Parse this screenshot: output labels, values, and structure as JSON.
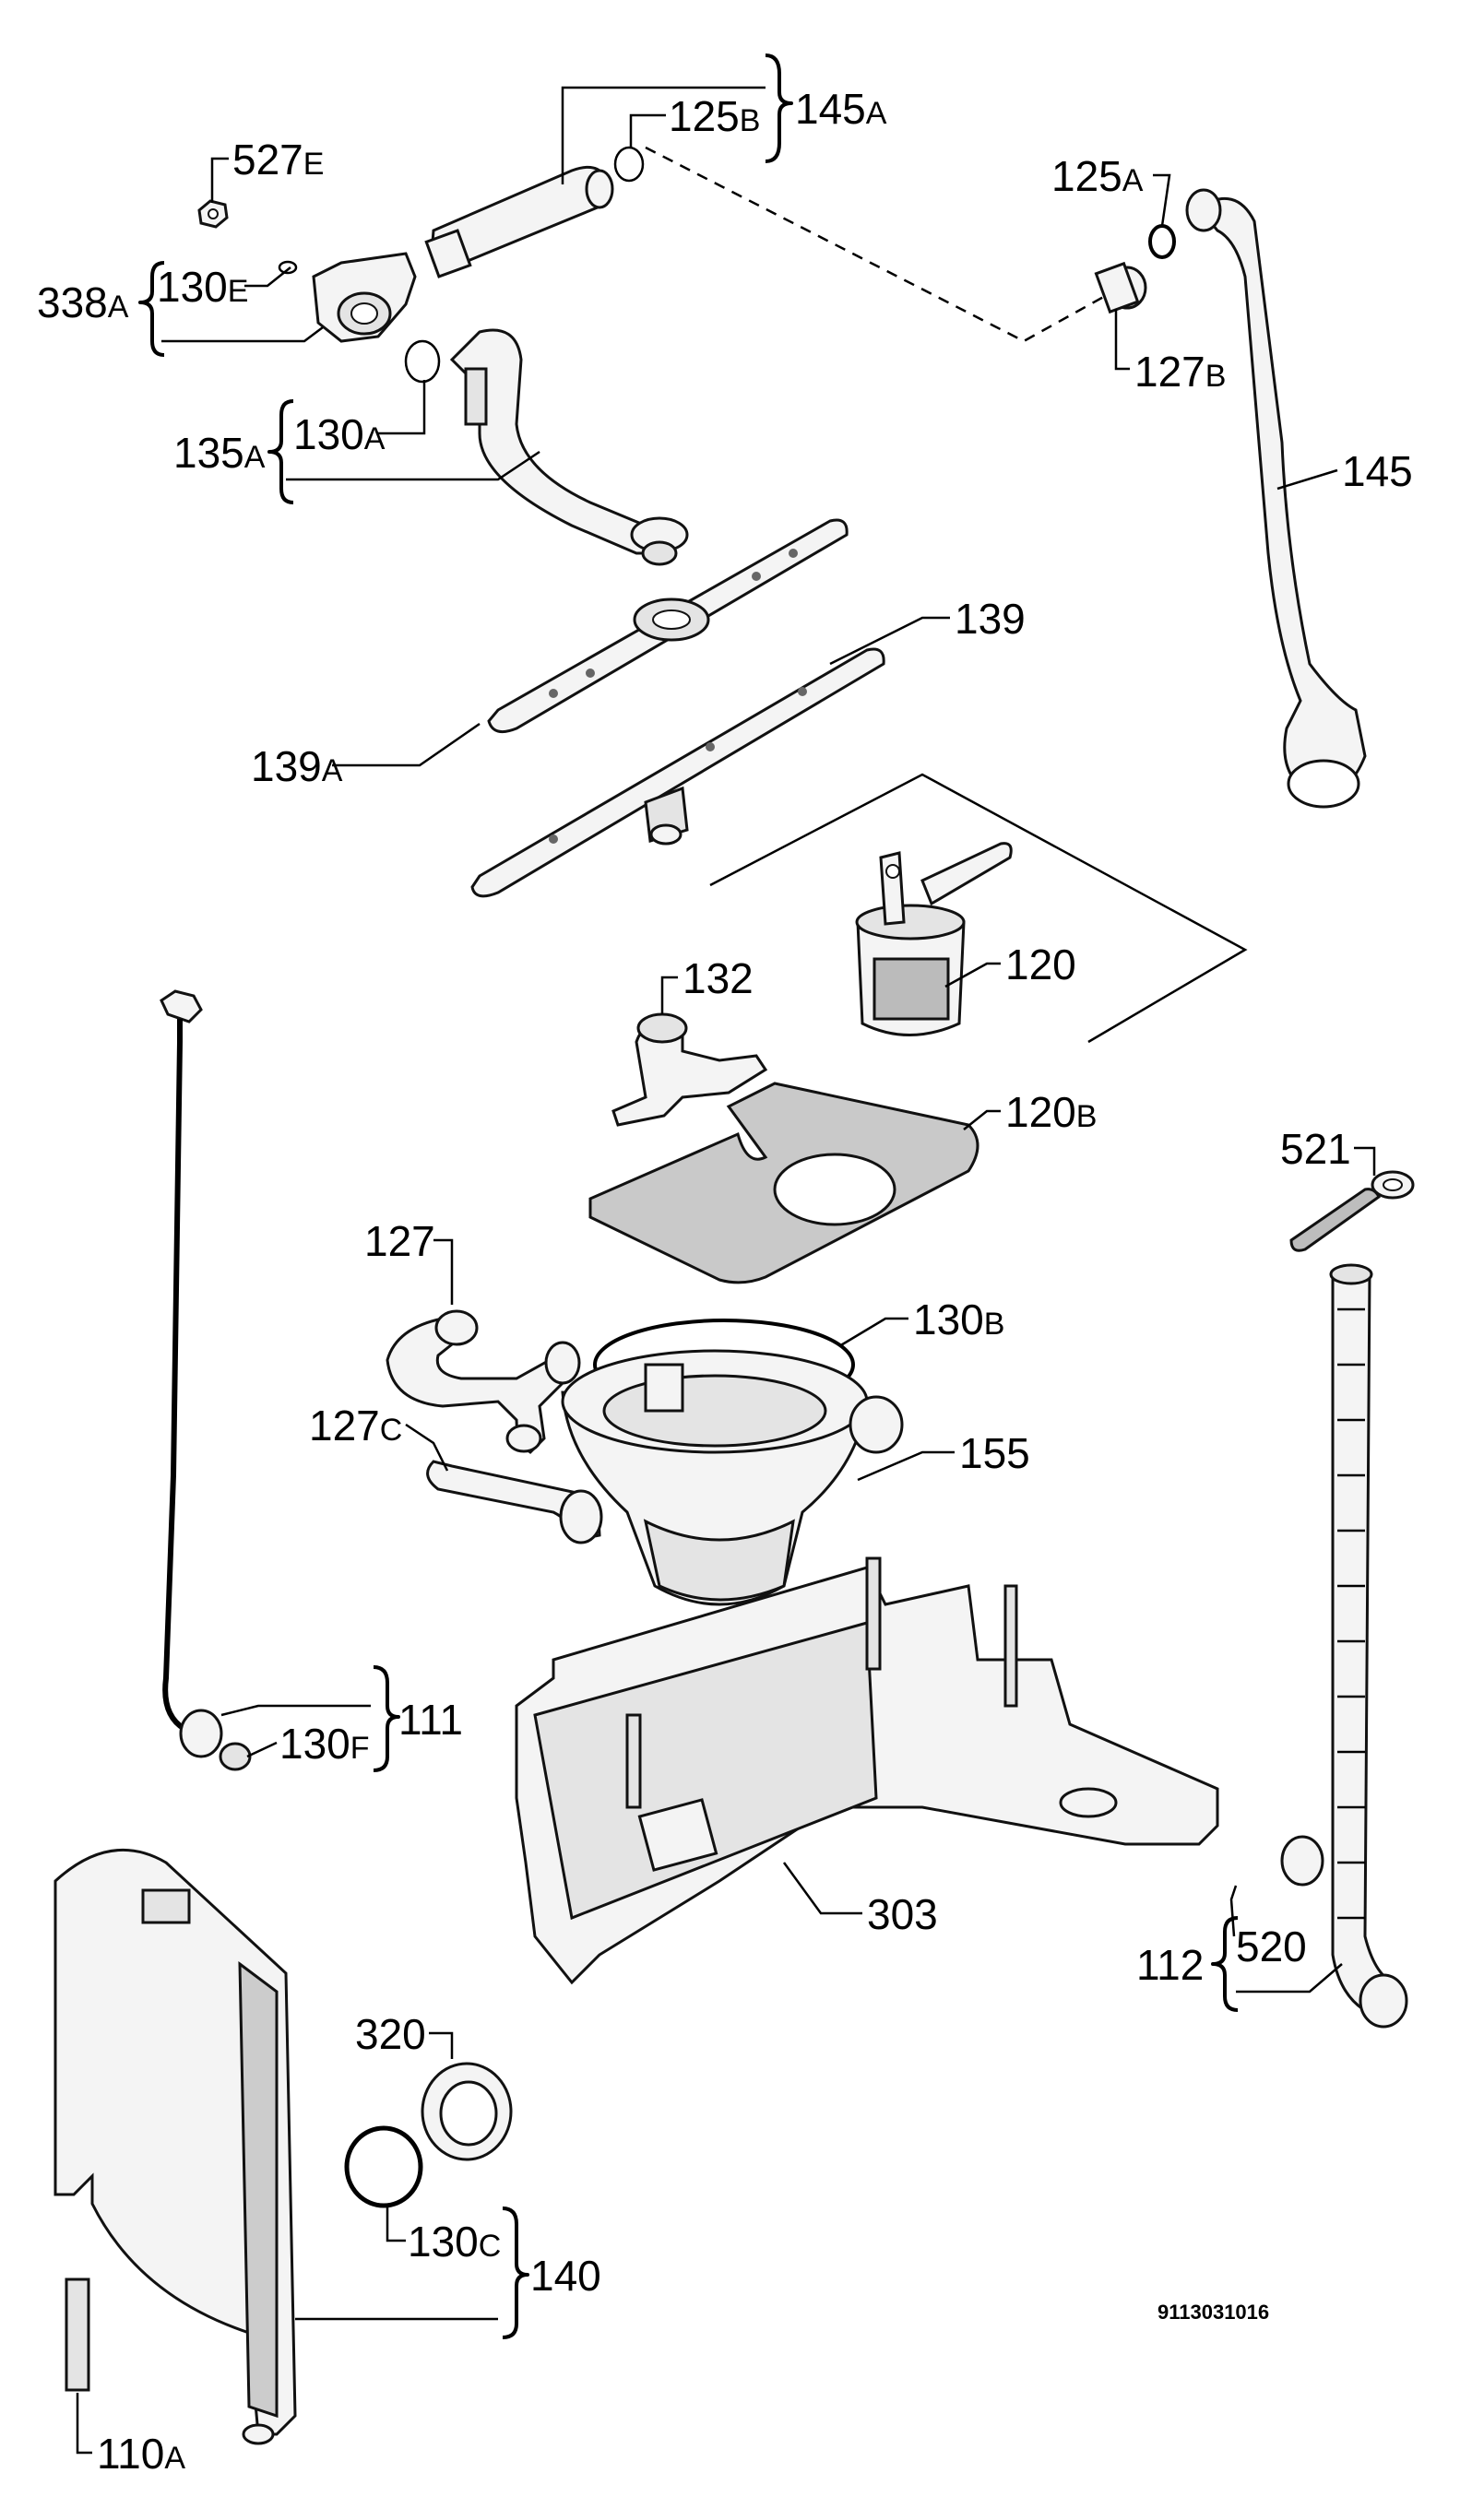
{
  "diagram": {
    "document_id": "9113031016",
    "callouts": {
      "p145a": {
        "num": "145",
        "suffix": "A"
      },
      "p125b": {
        "num": "125",
        "suffix": "B"
      },
      "p527e": {
        "num": "527",
        "suffix": "E"
      },
      "p338a": {
        "num": "338",
        "suffix": "A"
      },
      "p130e": {
        "num": "130",
        "suffix": "E"
      },
      "p125a": {
        "num": "125",
        "suffix": "A"
      },
      "p127b": {
        "num": "127",
        "suffix": "B"
      },
      "p145": {
        "num": "145",
        "suffix": ""
      },
      "p135a": {
        "num": "135",
        "suffix": "A"
      },
      "p130a": {
        "num": "130",
        "suffix": "A"
      },
      "p139": {
        "num": "139",
        "suffix": ""
      },
      "p139a": {
        "num": "139",
        "suffix": "A"
      },
      "p120": {
        "num": "120",
        "suffix": ""
      },
      "p132": {
        "num": "132",
        "suffix": ""
      },
      "p120b": {
        "num": "120",
        "suffix": "B"
      },
      "p521": {
        "num": "521",
        "suffix": ""
      },
      "p127": {
        "num": "127",
        "suffix": ""
      },
      "p130b": {
        "num": "130",
        "suffix": "B"
      },
      "p127c": {
        "num": "127",
        "suffix": "C"
      },
      "p155": {
        "num": "155",
        "suffix": ""
      },
      "p111": {
        "num": "111",
        "suffix": ""
      },
      "p130f": {
        "num": "130",
        "suffix": "F"
      },
      "p303": {
        "num": "303",
        "suffix": ""
      },
      "p112": {
        "num": "112",
        "suffix": ""
      },
      "p520": {
        "num": "520",
        "suffix": ""
      },
      "p320": {
        "num": "320",
        "suffix": ""
      },
      "p130c": {
        "num": "130",
        "suffix": "C"
      },
      "p140": {
        "num": "140",
        "suffix": ""
      },
      "p110a": {
        "num": "110",
        "suffix": "A"
      }
    }
  }
}
